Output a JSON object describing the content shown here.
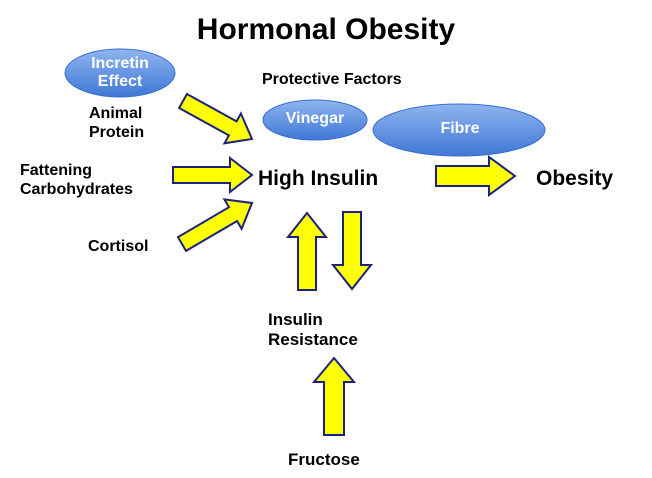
{
  "title": "Hormonal Obesity",
  "protective_factors_heading": "Protective Factors",
  "nodes": {
    "incretin_effect": [
      "Incretin",
      "Effect"
    ],
    "vinegar": "Vinegar",
    "fibre": "Fibre",
    "animal_protein": [
      "Animal",
      "Protein"
    ],
    "fattening_carbohydrates": [
      "Fattening",
      "Carbohydrates"
    ],
    "cortisol": "Cortisol",
    "high_insulin": "High Insulin",
    "obesity": "Obesity",
    "insulin_resistance": [
      "Insulin",
      "Resistance"
    ],
    "fructose": "Fructose"
  },
  "colors": {
    "arrow_fill": "#ffff00",
    "arrow_stroke": "#1a237e",
    "ellipse_top": "#8fb4ef",
    "ellipse_bottom": "#3f78d6"
  }
}
